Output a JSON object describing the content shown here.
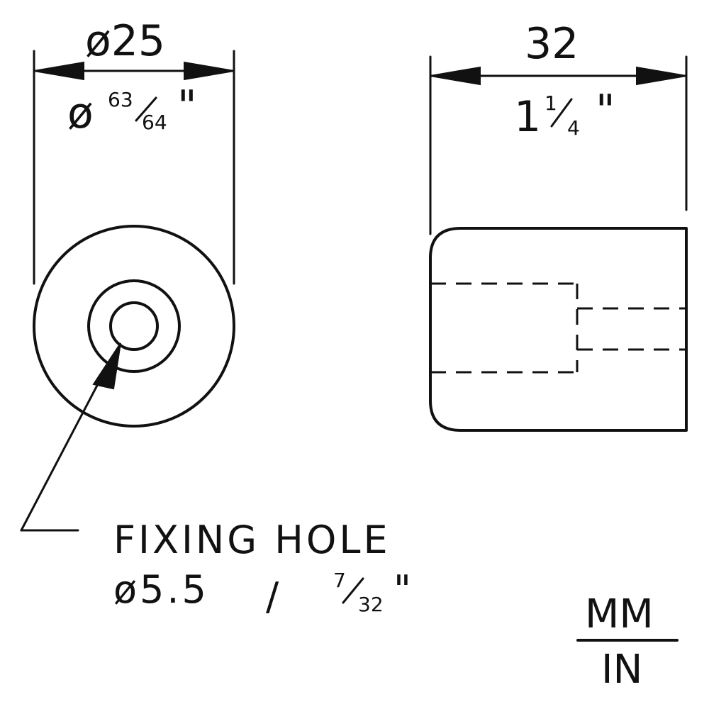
{
  "front_view": {
    "diameter_mm": "ø25",
    "diameter_in_prefix": "ø",
    "diameter_in_num": "63",
    "diameter_in_den": "64",
    "diameter_in_mark": "\""
  },
  "side_view": {
    "length_mm": "32",
    "length_in_whole": "1",
    "length_in_num": "1",
    "length_in_den": "4",
    "length_in_mark": "\""
  },
  "fixing_hole": {
    "label": "FIXING HOLE",
    "size_mm": "ø5.5",
    "separator": "/",
    "size_in_num": "7",
    "size_in_den": "32",
    "size_in_mark": "\""
  },
  "units": {
    "numerator": "MM",
    "denominator": "IN"
  }
}
